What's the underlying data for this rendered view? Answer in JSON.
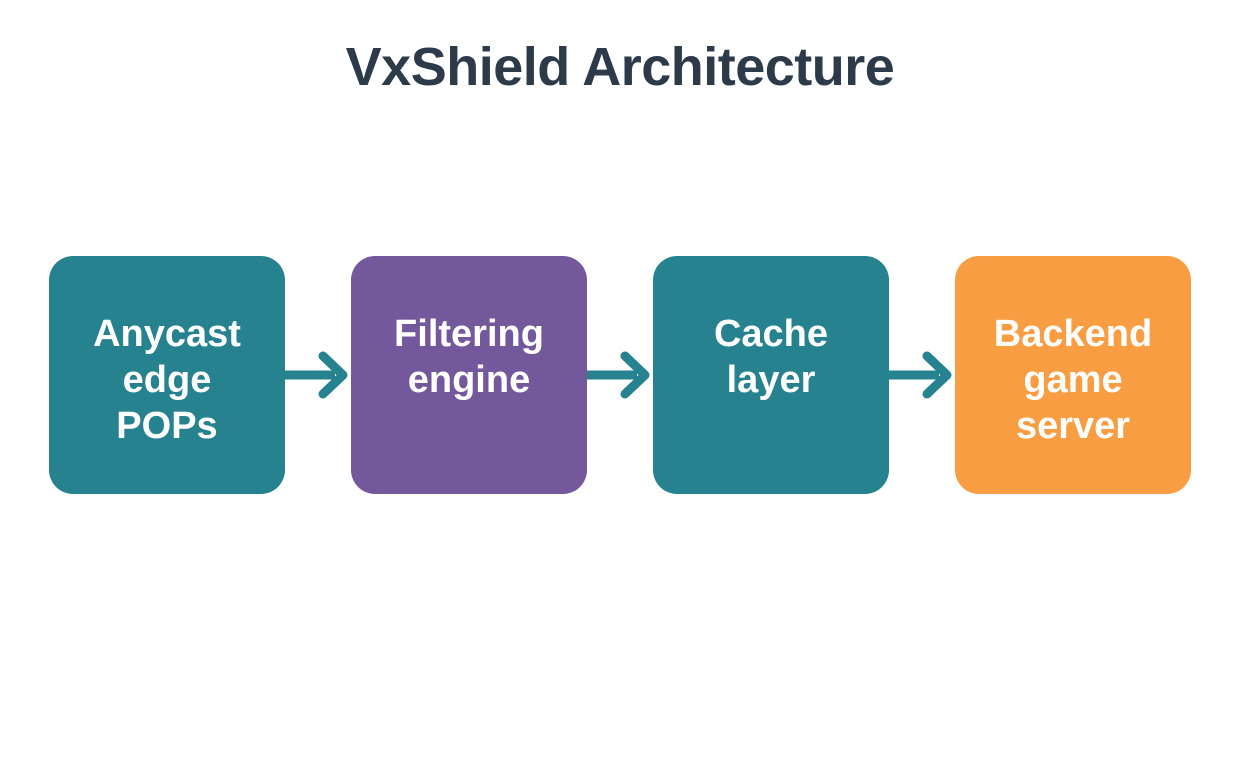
{
  "title": {
    "text": "VxShield Architecture",
    "color": "#2D3A49"
  },
  "diagram": {
    "arrow_color": "#27828F",
    "nodes": [
      {
        "id": "anycast-edge-pops",
        "label": "Anycast\nedge\nPOPs",
        "color": "#27828F",
        "text_color": "#FFFFFF"
      },
      {
        "id": "filtering-engine",
        "label": "Filtering\nengine",
        "color": "#73599C",
        "text_color": "#FFFFFF"
      },
      {
        "id": "cache-layer",
        "label": "Cache\nlayer",
        "color": "#27828F",
        "text_color": "#FFFFFF"
      },
      {
        "id": "backend-game-server",
        "label": "Backend\ngame\nserver",
        "color": "#F99D42",
        "text_color": "#FFFFFF"
      }
    ],
    "connections": [
      {
        "from": "anycast-edge-pops",
        "to": "filtering-engine"
      },
      {
        "from": "filtering-engine",
        "to": "cache-layer"
      },
      {
        "from": "cache-layer",
        "to": "backend-game-server"
      }
    ]
  }
}
